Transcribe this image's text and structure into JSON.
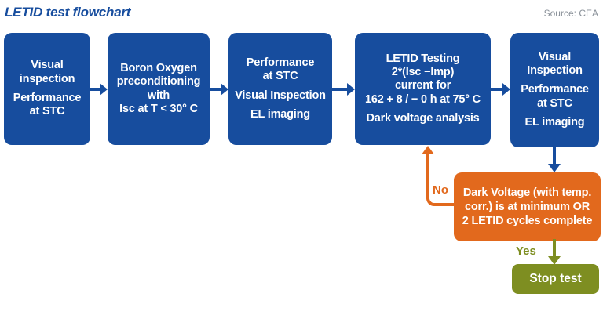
{
  "header": {
    "title": "LETID test flowchart",
    "source": "Source: CEA"
  },
  "colors": {
    "blue": "#174d9e",
    "orange": "#e2691d",
    "olive": "#7e8e21",
    "gray": "#8a9199",
    "box_text": "#ffffff",
    "background": "#ffffff"
  },
  "flow": {
    "boxes": [
      {
        "id": "step-1",
        "paragraphs": [
          "Visual\ninspection",
          "Performance\nat STC"
        ]
      },
      {
        "id": "step-2",
        "paragraphs": [
          "Boron Oxygen\npreconditioning\nwith\nIsc at T < 30° C"
        ]
      },
      {
        "id": "step-3",
        "paragraphs": [
          "Performance\nat STC",
          "Visual Inspection",
          "EL imaging"
        ]
      },
      {
        "id": "step-4",
        "paragraphs": [
          "LETID Testing\n2*(Isc −Imp)\ncurrent for\n162 + 8 / − 0 h at 75° C",
          "Dark voltage analysis"
        ]
      },
      {
        "id": "step-5",
        "paragraphs": [
          "Visual\nInspection",
          "Performance\nat STC",
          "EL imaging"
        ]
      }
    ],
    "decision": {
      "text": "Dark Voltage (with temp.\ncorr.) is at minimum OR\n2 LETID cycles complete"
    },
    "stop": {
      "label": "Stop test"
    },
    "labels": {
      "no": "No",
      "yes": "Yes"
    }
  }
}
